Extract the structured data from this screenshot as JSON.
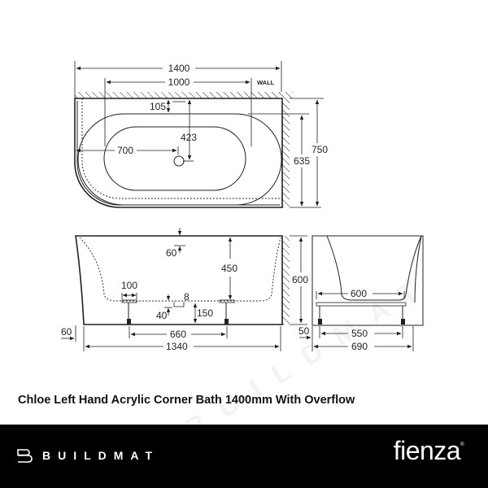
{
  "product": {
    "title": "Chloe Left Hand Acrylic Corner Bath 1400mm With Overflow"
  },
  "watermark": {
    "text": "BUILDMAT"
  },
  "drawing": {
    "units": "mm",
    "plan_view": {
      "overall_length": "1400",
      "inner_length": "1000",
      "wall_label": "WALL",
      "rim_to_inner": "105",
      "wall_to_drain": "423",
      "end_to_drain": "700",
      "overall_width": "750",
      "inner_width": "635"
    },
    "front_elevation": {
      "overflow_drop": "60",
      "depth": "450",
      "height": "600",
      "foot_width": "100",
      "waste_offset": "8",
      "waste_height": "40",
      "base_to_floor": "150",
      "leg_spacing": "660",
      "base_length": "1340",
      "end_overhang": "60"
    },
    "side_elevation": {
      "height": "600",
      "inner_width": "600",
      "leg_spacing": "550",
      "overall_width": "690",
      "end_overhang": "50"
    }
  },
  "footer": {
    "left_brand": "BUILDMAT",
    "right_brand": "fienza",
    "background": "#000000",
    "text_color": "#ffffff"
  }
}
